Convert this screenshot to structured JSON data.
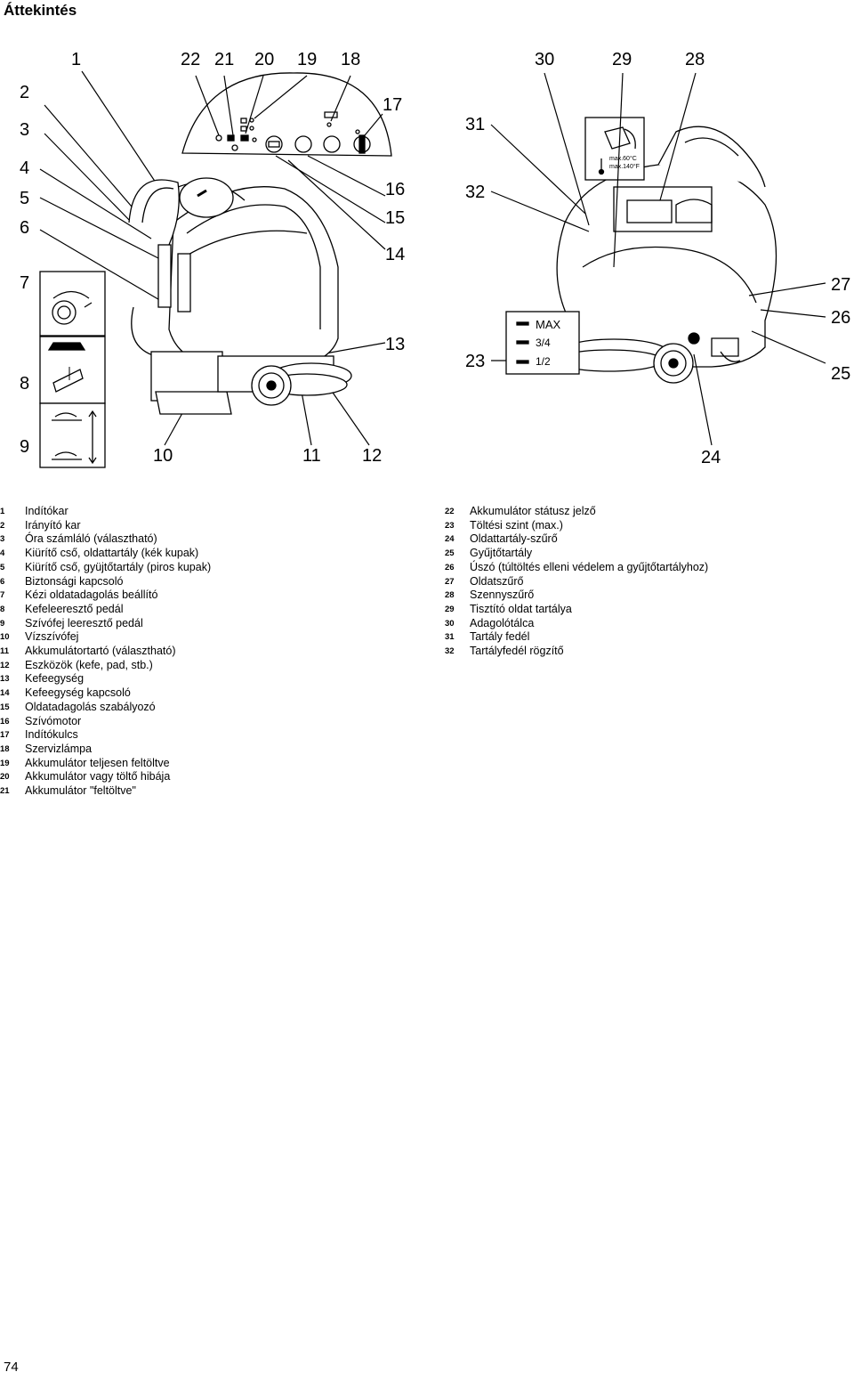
{
  "page": {
    "heading": "Áttekintés",
    "page_number": "74"
  },
  "figure": {
    "tank_panel": {
      "temp_c": "max.60°C",
      "temp_f": "max.140°F"
    },
    "fill_levels": [
      "MAX",
      "3/4",
      "1/2"
    ],
    "callouts": [
      {
        "id": "c1",
        "label": "1"
      },
      {
        "id": "c2",
        "label": "2"
      },
      {
        "id": "c3",
        "label": "3"
      },
      {
        "id": "c4",
        "label": "4"
      },
      {
        "id": "c5",
        "label": "5"
      },
      {
        "id": "c6",
        "label": "6"
      },
      {
        "id": "c7",
        "label": "7"
      },
      {
        "id": "c8",
        "label": "8"
      },
      {
        "id": "c9",
        "label": "9"
      },
      {
        "id": "c10",
        "label": "10"
      },
      {
        "id": "c11",
        "label": "11"
      },
      {
        "id": "c12",
        "label": "12"
      },
      {
        "id": "c13",
        "label": "13"
      },
      {
        "id": "c14",
        "label": "14"
      },
      {
        "id": "c15",
        "label": "15"
      },
      {
        "id": "c16",
        "label": "16"
      },
      {
        "id": "c17",
        "label": "17"
      },
      {
        "id": "c18",
        "label": "18"
      },
      {
        "id": "c19",
        "label": "19"
      },
      {
        "id": "c20",
        "label": "20"
      },
      {
        "id": "c21",
        "label": "21"
      },
      {
        "id": "c22",
        "label": "22"
      },
      {
        "id": "c23",
        "label": "23"
      },
      {
        "id": "c24",
        "label": "24"
      },
      {
        "id": "c25",
        "label": "25"
      },
      {
        "id": "c26",
        "label": "26"
      },
      {
        "id": "c27",
        "label": "27"
      },
      {
        "id": "c28",
        "label": "28"
      },
      {
        "id": "c29",
        "label": "29"
      },
      {
        "id": "c30",
        "label": "30"
      },
      {
        "id": "c31",
        "label": "31"
      },
      {
        "id": "c32",
        "label": "32"
      }
    ]
  },
  "legend": {
    "left": [
      {
        "num": "1",
        "text": "Indítókar"
      },
      {
        "num": "2",
        "text": "Irányító kar"
      },
      {
        "num": "3",
        "text": "Óra számláló (választható)"
      },
      {
        "num": "4",
        "text": "Kiürítő cső, oldattartály (kék kupak)"
      },
      {
        "num": "5",
        "text": "Kiürítő cső, gyüjtőtartály (piros kupak)"
      },
      {
        "num": "6",
        "text": "Biztonsági kapcsoló"
      },
      {
        "num": "7",
        "text": "Kézi oldatadagolás beállító"
      },
      {
        "num": "8",
        "text": "Kefeleeresztő pedál"
      },
      {
        "num": "9",
        "text": "Szívófej leeresztő pedál"
      },
      {
        "num": "10",
        "text": "Vízszívófej"
      },
      {
        "num": "11",
        "text": "Akkumulátortartó (választható)"
      },
      {
        "num": "12",
        "text": "Eszközök (kefe, pad, stb.)"
      },
      {
        "num": "13",
        "text": "Kefeegység"
      },
      {
        "num": "14",
        "text": "Kefeegység kapcsoló"
      },
      {
        "num": "15",
        "text": "Oldatadagolás szabályozó"
      },
      {
        "num": "16",
        "text": "Szívómotor"
      },
      {
        "num": "17",
        "text": "Indítókulcs"
      },
      {
        "num": "18",
        "text": "Szervizlámpa"
      },
      {
        "num": "19",
        "text": "Akkumulátor teljesen feltöltve"
      },
      {
        "num": "20",
        "text": "Akkumulátor vagy töltő hibája"
      },
      {
        "num": "21",
        "text": "Akkumulátor \"feltöltve\""
      }
    ],
    "right": [
      {
        "num": "22",
        "text": "Akkumulátor státusz jelző"
      },
      {
        "num": "23",
        "text": "Töltési szint (max.)"
      },
      {
        "num": "24",
        "text": "Oldattartály-szűrő"
      },
      {
        "num": "25",
        "text": "Gyűjtőtartály"
      },
      {
        "num": "26",
        "text": "Úszó (túltöltés elleni védelem a gyűjtőtartályhoz)"
      },
      {
        "num": "27",
        "text": "Oldatszűrő"
      },
      {
        "num": "28",
        "text": "Szennyszűrő"
      },
      {
        "num": "29",
        "text": "Tisztító oldat tartálya"
      },
      {
        "num": "30",
        "text": "Adagolótálca"
      },
      {
        "num": "31",
        "text": "Tartály fedél"
      },
      {
        "num": "32",
        "text": "Tartályfedél rögzítő"
      }
    ]
  }
}
